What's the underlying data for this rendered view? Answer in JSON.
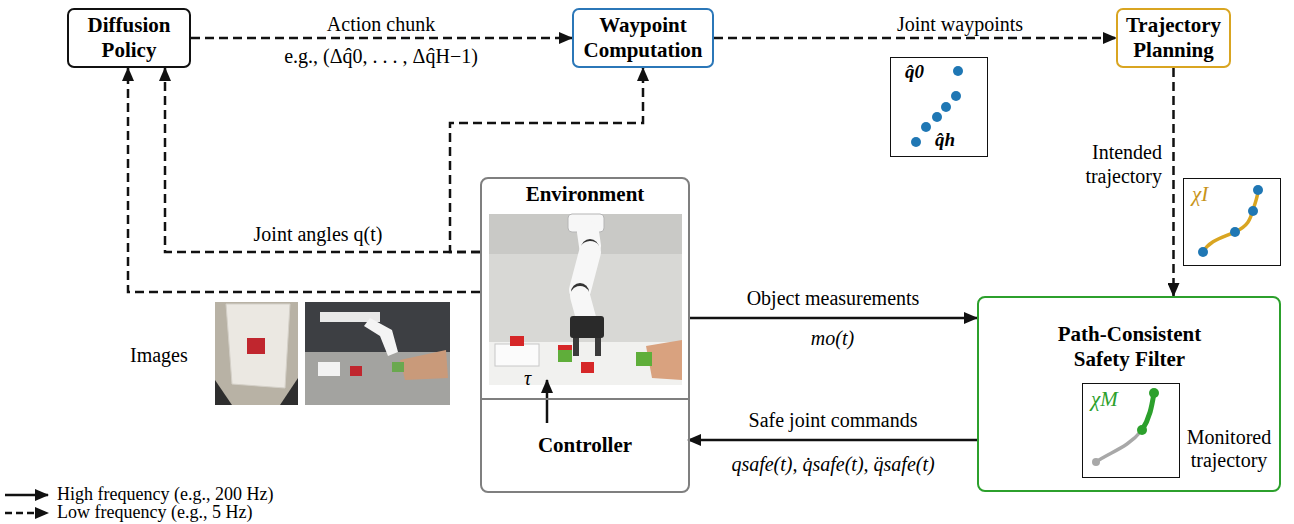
{
  "diagram": {
    "nodes": [
      {
        "text": [
          "Diffusion Policy"
        ]
      },
      {
        "text": [
          "Waypoint Computation"
        ]
      },
      {
        "text": [
          "Trajectory Planning"
        ]
      },
      {
        "text": [
          "q̂0",
          "q̂h"
        ]
      },
      {
        "text": [
          "χI"
        ]
      },
      {
        "text": [
          "Environment"
        ]
      },
      {
        "text": [
          "Controller"
        ],
        "in": 5
      },
      {
        "text": [
          "Path-Consistent Safety Filter",
          "Monitored trajectory"
        ]
      },
      {
        "text": [
          "χM"
        ],
        "in": 7
      }
    ],
    "edges": [
      {
        "from": 0,
        "to": 1,
        "arrow": "to",
        "label": "Action chunk"
      },
      {
        "from": 1,
        "to": 2,
        "arrow": "to",
        "label": "Joint waypoints"
      },
      {
        "from": 2,
        "to": 7,
        "arrow": "to",
        "label": "Intended trajectory"
      },
      {
        "from": 5,
        "to": 7,
        "arrow": "to",
        "label": "Object measurements"
      },
      {
        "from": 7,
        "to": 6,
        "arrow": "to",
        "label": "Safe joint commands"
      },
      {
        "from": 5,
        "to": 0,
        "arrow": "to",
        "label": "Joint angles q(t)"
      },
      {
        "from": 5,
        "to": 1,
        "arrow": "to"
      },
      {
        "from": 5,
        "to": 0,
        "arrow": "to"
      }
    ],
    "labels": [
      "e.g., (Δq̂0, . . . , Δq̂H−1)",
      "mo(t)",
      "qsafe(t), q̇safe(t), q̈safe(t)",
      "Images",
      "τ"
    ],
    "legend": [
      {
        "text": "High frequency (e.g., 200 Hz)"
      },
      {
        "text": "Low frequency (e.g., 5 Hz)"
      }
    ]
  }
}
